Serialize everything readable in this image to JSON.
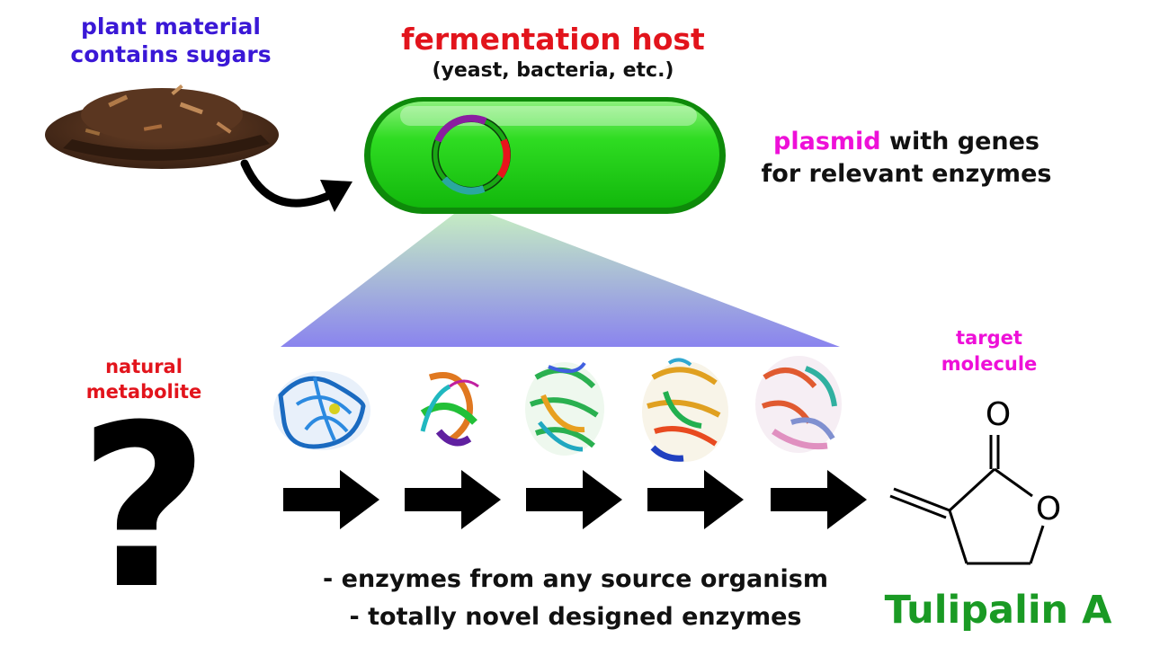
{
  "labels": {
    "plant": "plant material\ncontains sugars",
    "host_title": "fermentation host",
    "host_subtitle": "(yeast, bacteria, etc.)",
    "plasmid_word": "plasmid",
    "plasmid_rest_1": " with genes",
    "plasmid_rest_2": "for relevant enzymes",
    "natural": "natural\nmetabolite",
    "unknown": "?",
    "target": "target\nmolecule",
    "note_1": "- enzymes from any source organism",
    "note_2": "- totally novel designed enzymes",
    "product": "Tulipalin A",
    "atom_o_carbonyl": "O",
    "atom_o_ring": "O"
  },
  "colors": {
    "plant_label": "#3a18d6",
    "host_label": "#e2141c",
    "plasmid_word": "#ee10d8",
    "product": "#1a9a24",
    "cell_body": "#22d41a",
    "arrow": "#000000"
  },
  "plasmid_segments": [
    {
      "color": "#8a1ea0"
    },
    {
      "color": "#e8141c"
    },
    {
      "color": "#2aa8a0"
    }
  ],
  "enzyme_count": 5,
  "pathway_arrow_count": 5
}
